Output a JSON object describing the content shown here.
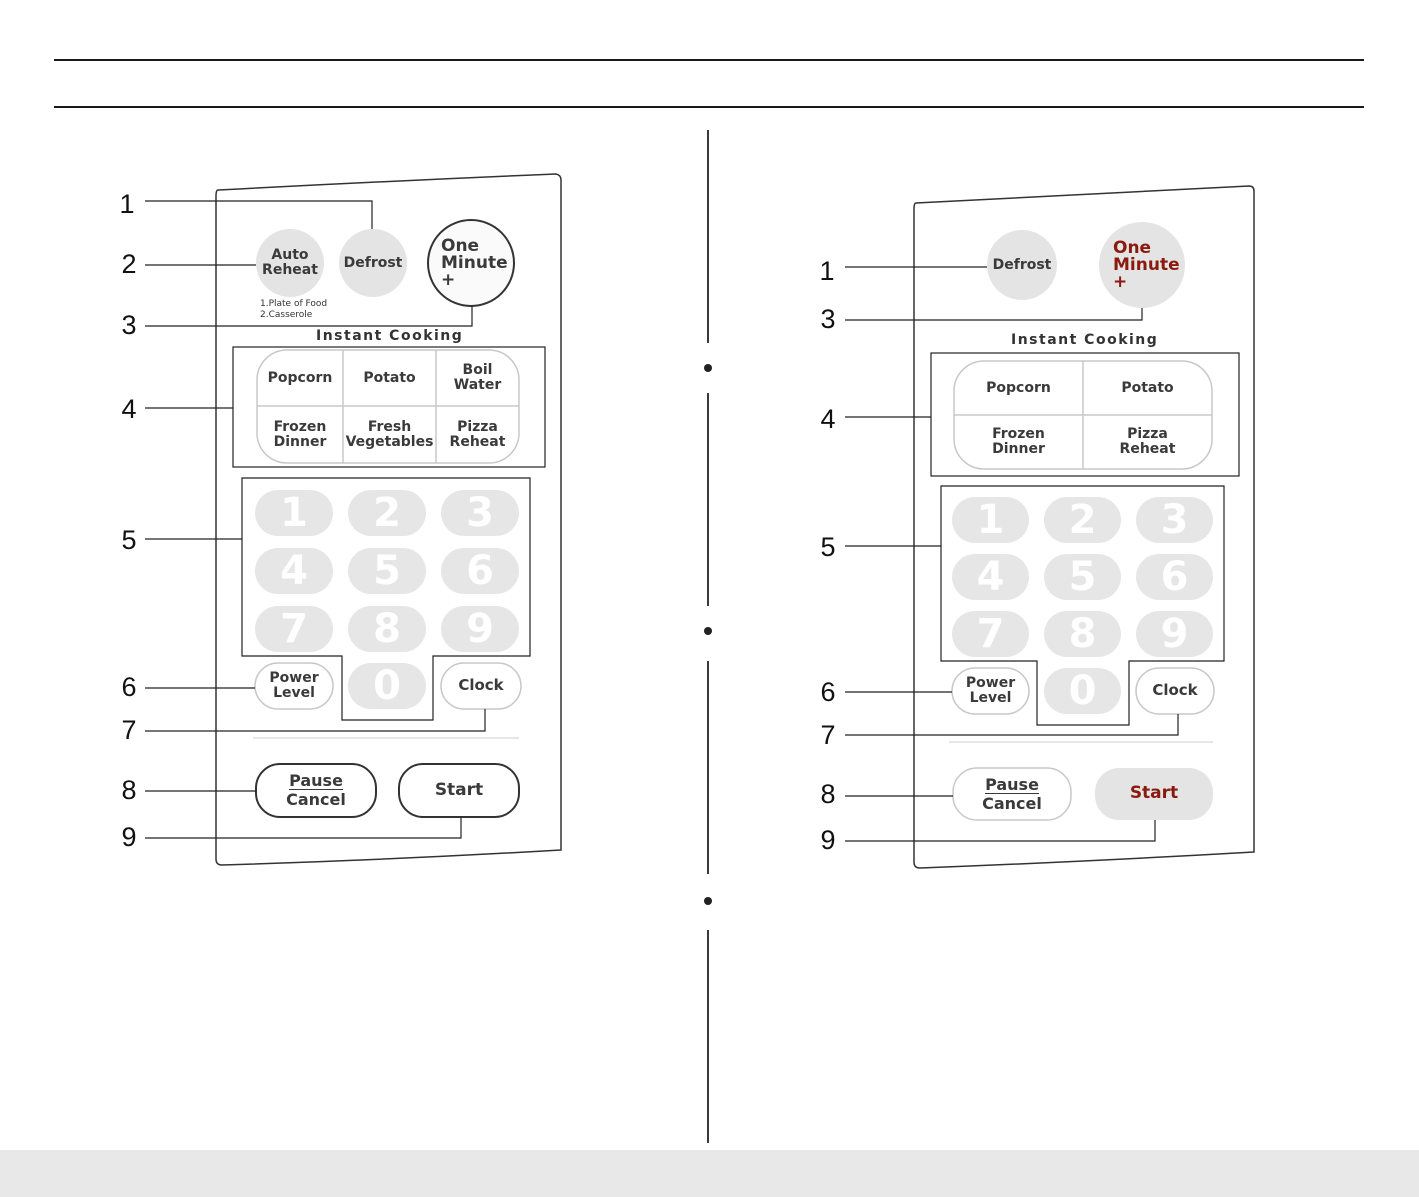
{
  "left_panel": {
    "callouts": [
      "1",
      "2",
      "3",
      "4",
      "5",
      "6",
      "7",
      "8",
      "9"
    ],
    "buttons": {
      "auto_reheat": "Auto\nReheat",
      "defrost": "Defrost",
      "one_minute": "One\nMinute\n+",
      "power_level": "Power\nLevel",
      "clock": "Clock",
      "pause": "Pause",
      "cancel": "Cancel",
      "start": "Start"
    },
    "auto_reheat_options": [
      "1.Plate of Food",
      "2.Casserole"
    ],
    "instant_cooking_title": "Instant Cooking",
    "instant_cooking": [
      "Popcorn",
      "Potato",
      "Boil\nWater",
      "Frozen\nDinner",
      "Fresh\nVegetables",
      "Pizza\nReheat"
    ],
    "keypad": [
      "1",
      "2",
      "3",
      "4",
      "5",
      "6",
      "7",
      "8",
      "9",
      "0"
    ]
  },
  "right_panel": {
    "callouts": [
      "1",
      "3",
      "4",
      "5",
      "6",
      "7",
      "8",
      "9"
    ],
    "buttons": {
      "defrost": "Defrost",
      "one_minute": "One\nMinute\n+",
      "power_level": "Power\nLevel",
      "clock": "Clock",
      "pause": "Pause",
      "cancel": "Cancel",
      "start": "Start"
    },
    "instant_cooking_title": "Instant Cooking",
    "instant_cooking": [
      "Popcorn",
      "Potato",
      "Frozen\nDinner",
      "Pizza\nReheat"
    ],
    "keypad": [
      "1",
      "2",
      "3",
      "4",
      "5",
      "6",
      "7",
      "8",
      "9",
      "0"
    ]
  },
  "colors": {
    "accent": "#8b1a0e",
    "button_fill": "#e4e4e4",
    "key_fill": "#e6e6e6",
    "text": "#3a3a3a"
  }
}
